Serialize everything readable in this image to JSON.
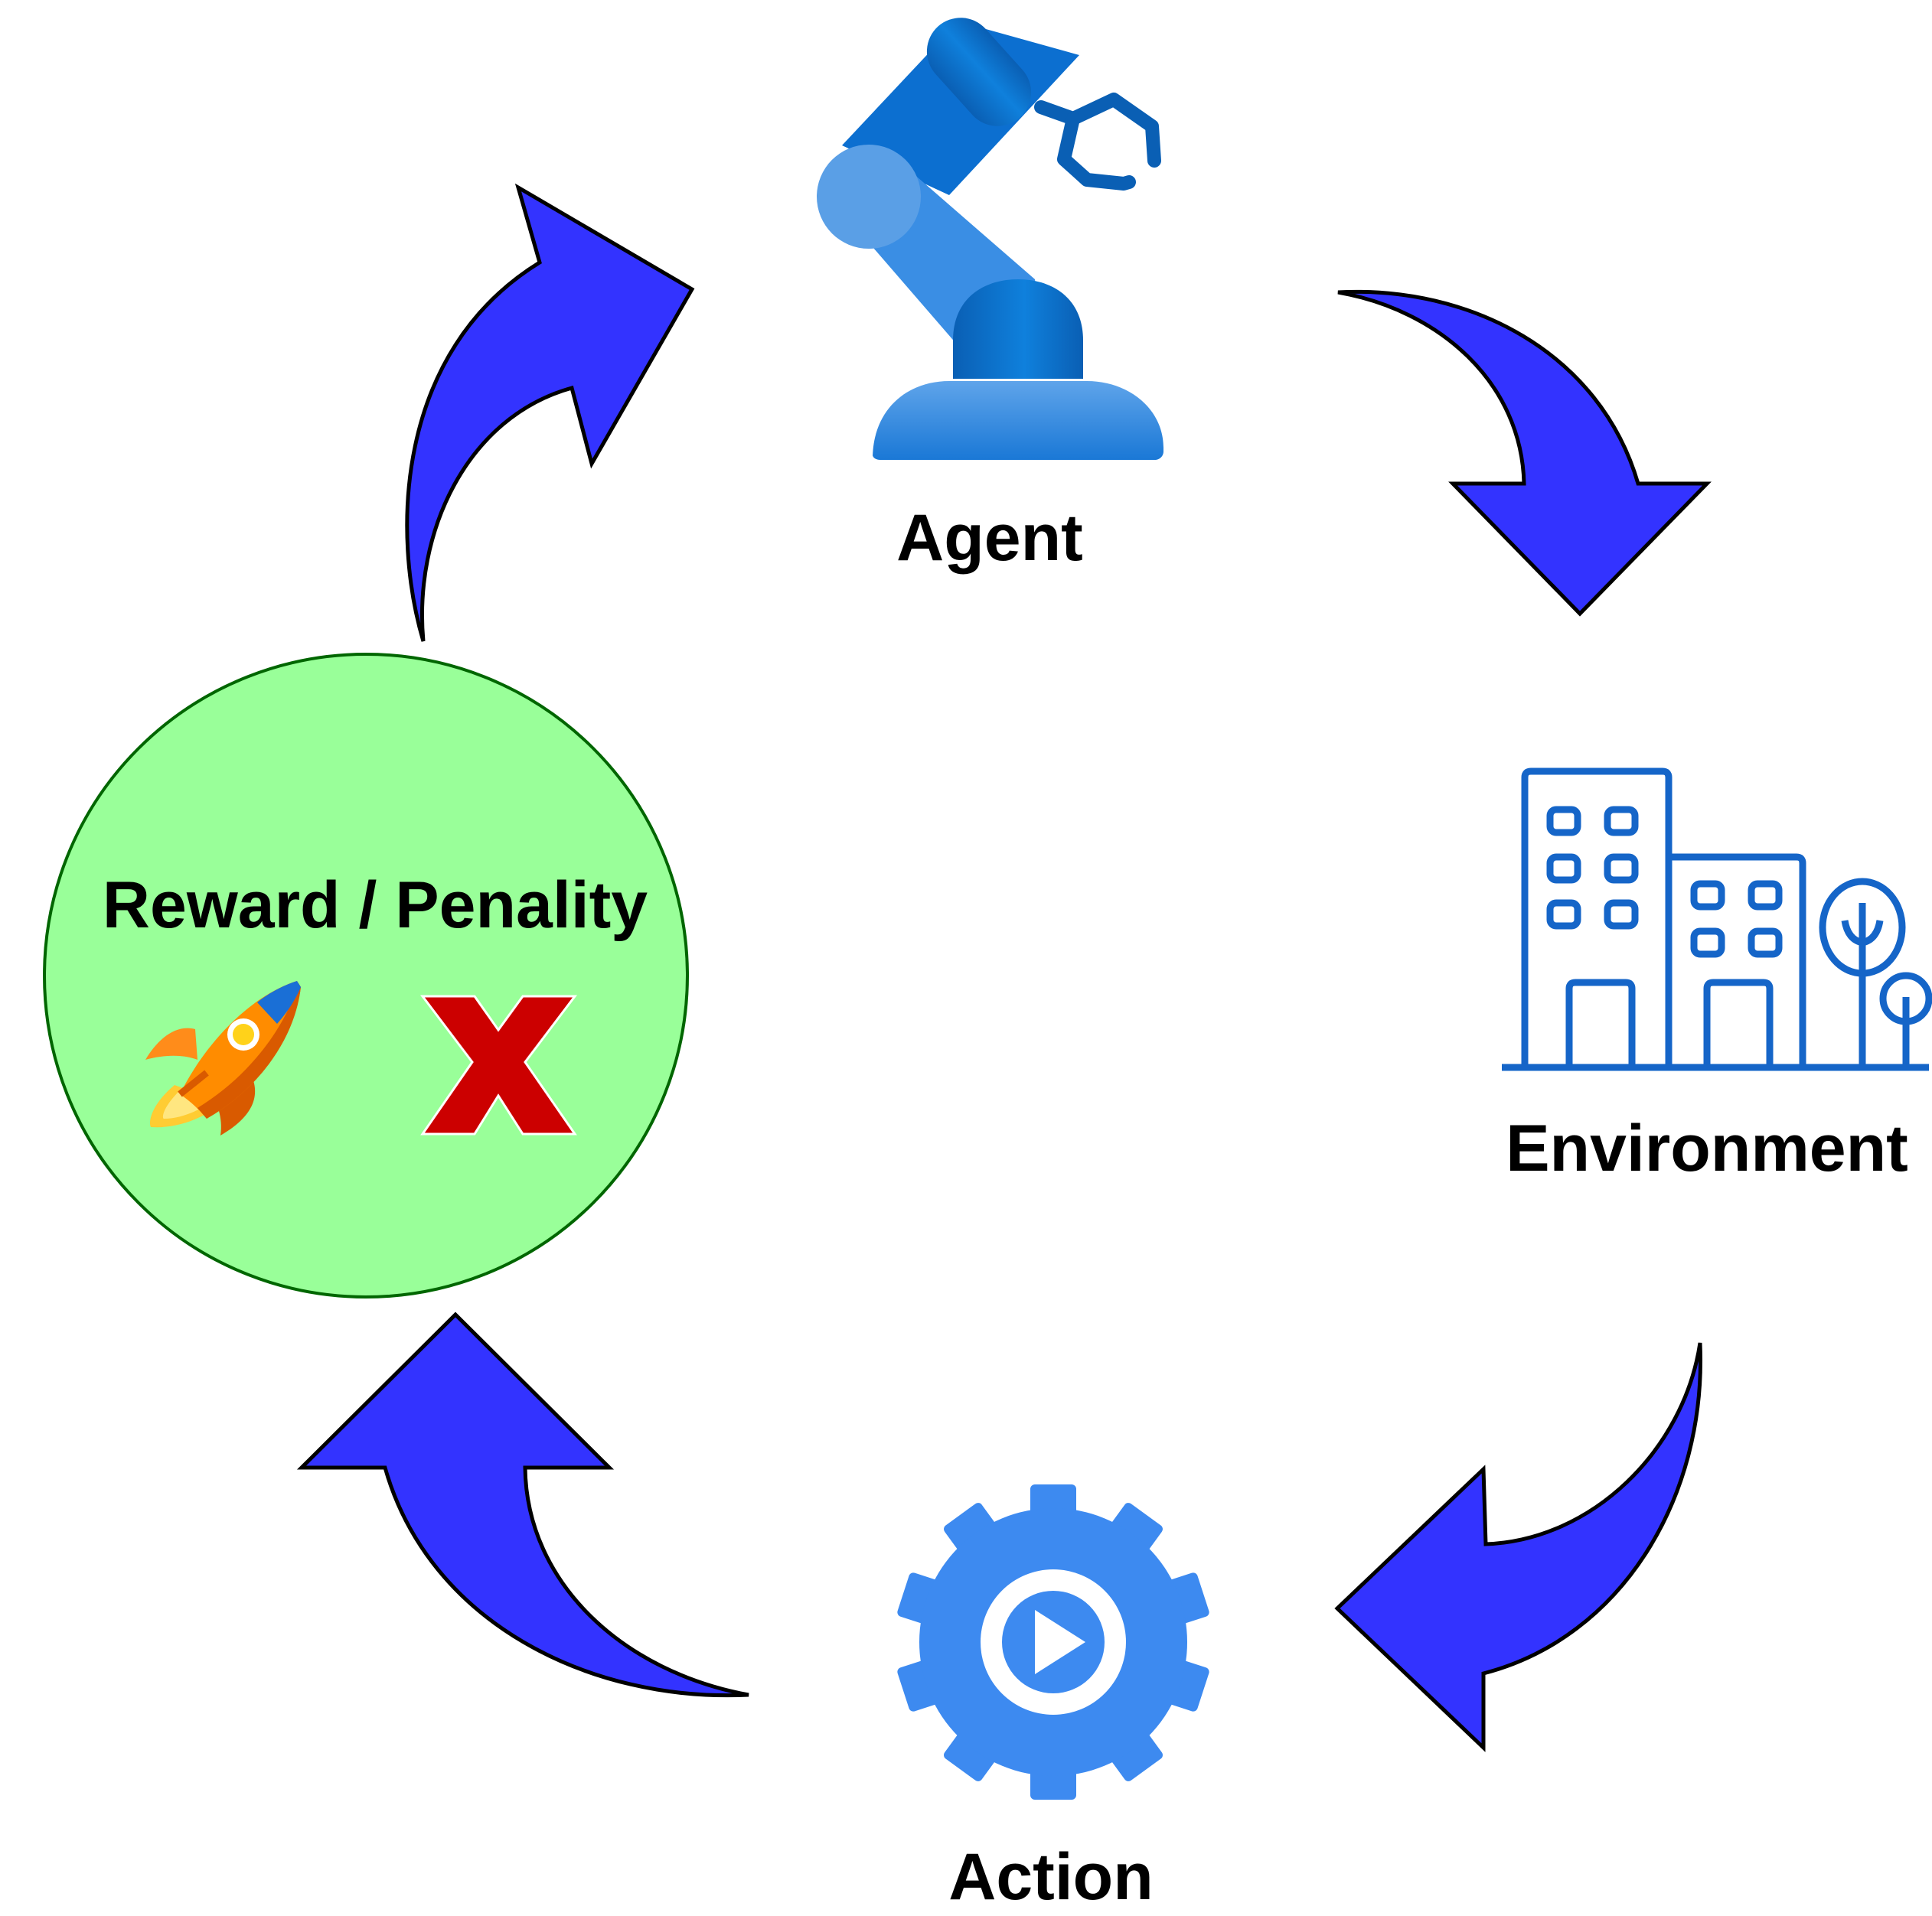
{
  "diagram": {
    "nodes": {
      "agent": {
        "label": "Agent",
        "icon": "robot-arm-icon"
      },
      "environment": {
        "label": "Environment",
        "icon": "city-buildings-icon"
      },
      "action": {
        "label": "Action",
        "icon": "gear-play-icon"
      },
      "reward": {
        "label": "Reward / Penality",
        "icons": [
          "rocket-icon",
          "red-x-icon"
        ]
      }
    },
    "flow": [
      "agent",
      "environment",
      "action",
      "reward",
      "agent"
    ],
    "colors": {
      "arrow_fill": "#3333ff",
      "arrow_stroke": "#000000",
      "reward_circle_fill": "#99ff99",
      "reward_circle_stroke": "#006600",
      "robot_blue": "#0078d4",
      "robot_light": "#5a9fe6",
      "building_blue": "#1565c8",
      "gear_blue": "#3d8af0",
      "x_red": "#cc0000",
      "rocket_orange": "#ff8c00"
    }
  }
}
